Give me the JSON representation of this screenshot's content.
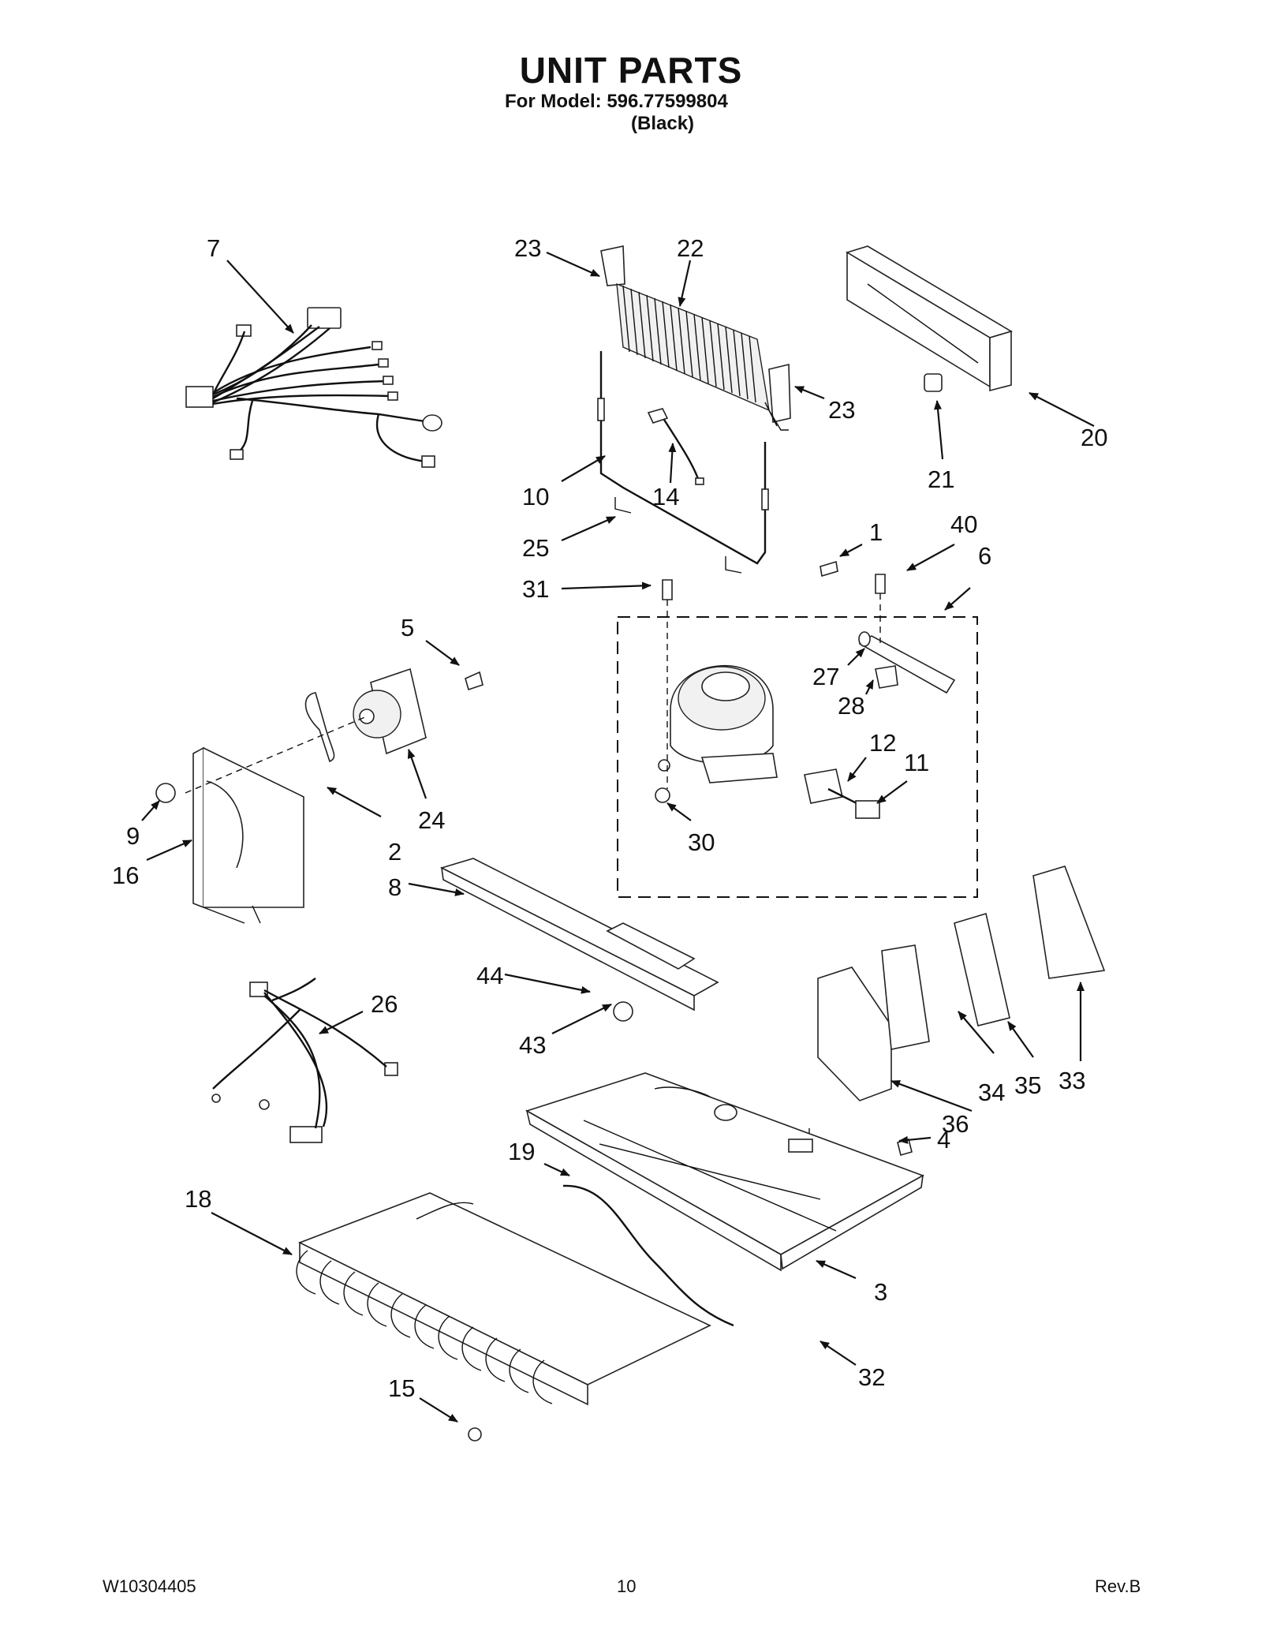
{
  "header": {
    "title": "UNIT PARTS",
    "model_line": "For Model: 596.77599804",
    "color_line": "(Black)"
  },
  "footer": {
    "doc_number": "W10304405",
    "page_number": "10",
    "revision": "Rev.B"
  },
  "callouts": {
    "c1": "1",
    "c2": "2",
    "c3": "3",
    "c4": "4",
    "c5": "5",
    "c6": "6",
    "c7": "7",
    "c8": "8",
    "c9": "9",
    "c10": "10",
    "c11": "11",
    "c12": "12",
    "c14": "14",
    "c15": "15",
    "c16": "16",
    "c18": "18",
    "c19": "19",
    "c20": "20",
    "c21": "21",
    "c22": "22",
    "c23a": "23",
    "c23b": "23",
    "c24": "24",
    "c25": "25",
    "c26": "26",
    "c27": "27",
    "c28": "28",
    "c30": "30",
    "c31": "31",
    "c32": "32",
    "c33": "33",
    "c34": "34",
    "c35": "35",
    "c36": "36",
    "c40": "40",
    "c43": "43",
    "c44": "44"
  }
}
